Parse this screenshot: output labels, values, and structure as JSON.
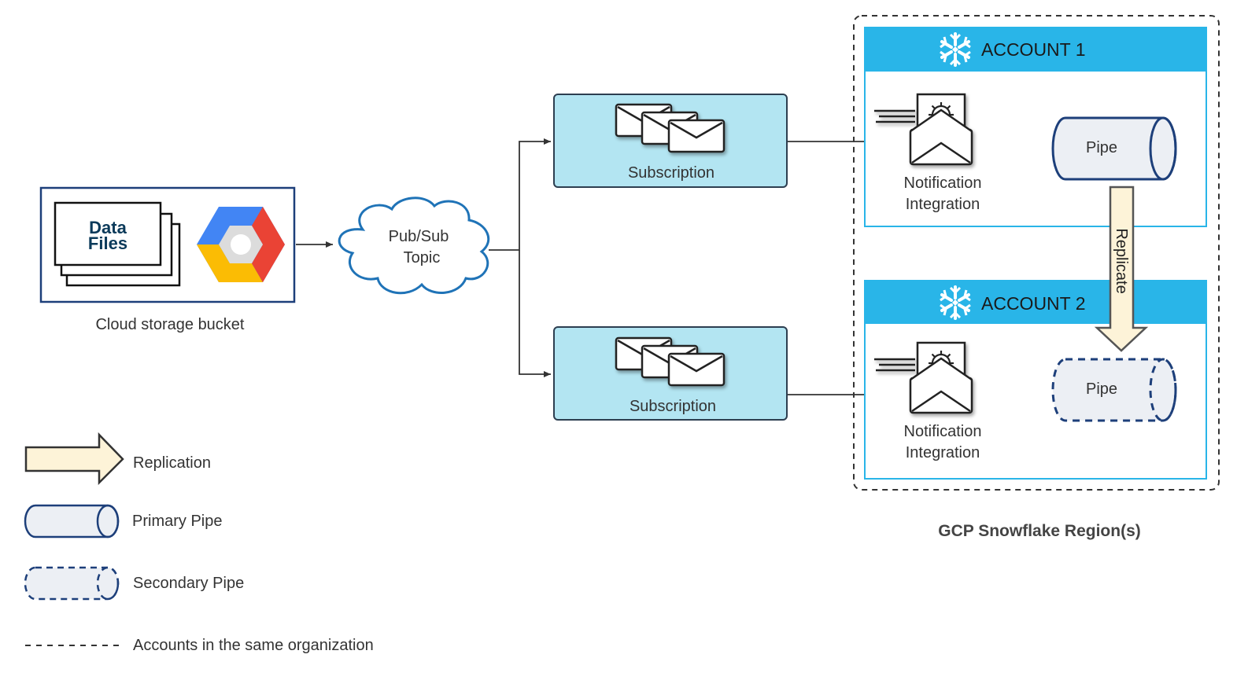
{
  "source": {
    "data_files_line1": "Data",
    "data_files_line2": "Files",
    "bucket_caption": "Cloud storage bucket"
  },
  "topic": {
    "line1": "Pub/Sub",
    "line2": "Topic"
  },
  "subscriptions": [
    {
      "label": "Subscription"
    },
    {
      "label": "Subscription"
    }
  ],
  "accounts": [
    {
      "title": "ACCOUNT 1",
      "integration_line1": "Notification",
      "integration_line2": "Integration",
      "pipe_label": "Pipe"
    },
    {
      "title": "ACCOUNT 2",
      "integration_line1": "Notification",
      "integration_line2": "Integration",
      "pipe_label": "Pipe"
    }
  ],
  "replicate_label": "Replicate",
  "region_label": "GCP Snowflake Region(s)",
  "legend": {
    "replication": "Replication",
    "primary_pipe": "Primary Pipe",
    "secondary_pipe": "Secondary Pipe",
    "same_org": "Accounts in the same organization"
  },
  "colors": {
    "navy": "#1d3f7a",
    "account_blue": "#29b5e8",
    "subscription_fill": "#b3e5f2",
    "replication_fill": "#fdf3d8",
    "gcp_blue": "#4285f4",
    "gcp_red": "#ea4335",
    "gcp_yellow": "#fbbc04",
    "gcp_grey": "#dcdcdc",
    "data_files_text": "#0b3a5a"
  },
  "icons": [
    "snowflake-icon",
    "gcp-logo-icon",
    "envelope-icon",
    "gear-icon",
    "cloud-icon"
  ]
}
